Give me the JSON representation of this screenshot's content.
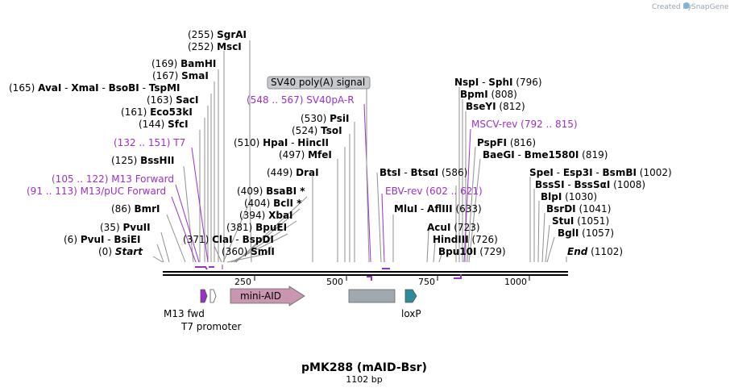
{
  "watermark": "Created by",
  "watermark_brand": "SnapGene",
  "title": "pMK288 (mAID-Bsr)",
  "subtitle": "1102 bp",
  "colors": {
    "primer": "#9b30c8",
    "leader": "#8f8f8f",
    "mini_aid": "#c995b0",
    "polyA": "#a0a8b0",
    "loxp": "#2f8a9e",
    "m13": "#9b30c8"
  },
  "sites": {
    "sgrai": {
      "pos": "(255)",
      "name": "SgrAI"
    },
    "msci": {
      "pos": "(252)",
      "name": "MscI"
    },
    "bamhi": {
      "pos": "(169)",
      "name": "BamHI"
    },
    "smai": {
      "pos": "(167)",
      "name": "SmaI"
    },
    "avai": {
      "pos": "(165)",
      "name": "AvaI",
      "sep1": " - ",
      "name2": "XmaI",
      "sep2": " - ",
      "name3": "BsoBI",
      "sep3": " - ",
      "name4": "TspMI"
    },
    "saci": {
      "pos": "(163)",
      "name": "SacI"
    },
    "eco53ki": {
      "pos": "(161)",
      "name": "Eco53kI"
    },
    "sfci": {
      "pos": "(144)",
      "name": "SfcI"
    },
    "t7": {
      "pos": "(132 .. 151)",
      "name": "T7"
    },
    "bsshii": {
      "pos": "(125)",
      "name": "BssHII"
    },
    "m13fwd": {
      "pos": "(105 .. 122)",
      "name": "M13 Forward"
    },
    "m13puc": {
      "pos": "(91 .. 113)",
      "name": "M13/pUC Forward"
    },
    "bmri": {
      "pos": "(86)",
      "name": "BmrI"
    },
    "pvuii": {
      "pos": "(35)",
      "name": "PvuII"
    },
    "pvui": {
      "pos": "(6)",
      "name": "PvuI",
      "sep1": " - ",
      "name2": "BsiEI"
    },
    "start": {
      "pos": "(0)",
      "name": "Start"
    },
    "clai": {
      "pos": "(371)",
      "name": "ClaI",
      "sep1": " - ",
      "name2": "BspDI"
    },
    "smli": {
      "pos": "(360)",
      "name": "SmlI"
    },
    "bpuei": {
      "pos": "(381)",
      "name": "BpuEI"
    },
    "xbai": {
      "pos": "(394)",
      "name": "XbaI"
    },
    "bcli": {
      "pos": "(404)",
      "name": "BclI *"
    },
    "bsabi": {
      "pos": "(409)",
      "name": "BsaBI *"
    },
    "drai": {
      "pos": "(449)",
      "name": "DraI"
    },
    "mfei": {
      "pos": "(497)",
      "name": "MfeI"
    },
    "hpai": {
      "pos": "(510)",
      "name": "HpaI",
      "sep1": " - ",
      "name2": "HincII"
    },
    "tsoi": {
      "pos": "(524)",
      "name": "TsoI"
    },
    "psii": {
      "pos": "(530)",
      "name": "PsiI"
    },
    "sv40pa_r": {
      "pos": "(548 .. 567)",
      "name": "SV40pA-R"
    },
    "btsi": {
      "name": "BtsI",
      "sep1": " - ",
      "name2": "BtsαI",
      "pos": "(586)"
    },
    "ebv_rev": {
      "name": "EBV-rev",
      "pos": "(602 .. 621)"
    },
    "mlui": {
      "name": "MluI",
      "sep1": " - ",
      "name2": "AflIII",
      "pos": "(633)"
    },
    "acui": {
      "name": "AcuI",
      "pos": "(723)"
    },
    "hindiii": {
      "name": "HindIII",
      "pos": "(726)"
    },
    "bpu10i": {
      "name": "Bpu10I",
      "pos": "(729)"
    },
    "nspi": {
      "name": "NspI",
      "sep1": " - ",
      "name2": "SphI",
      "pos": "(796)"
    },
    "bpmi": {
      "name": "BpmI",
      "pos": "(808)"
    },
    "bseyi": {
      "name": "BseYI",
      "pos": "(812)"
    },
    "mscv_rev": {
      "name": "MSCV-rev",
      "pos": "(792 .. 815)"
    },
    "pspfi": {
      "name": "PspFI",
      "pos": "(816)"
    },
    "baegi": {
      "name": "BaeGI",
      "sep1": " - ",
      "name2": "Bme1580I",
      "pos": "(819)"
    },
    "spei": {
      "name": "SpeI",
      "sep1": " - ",
      "name2": "Esp3I",
      "sep2": " - ",
      "name3": "BsmBI",
      "pos": "(1002)"
    },
    "bsssi": {
      "name": "BssSI",
      "sep1": " - ",
      "name2": "BssSαI",
      "pos": "(1008)"
    },
    "blpi": {
      "name": "BlpI",
      "pos": "(1030)"
    },
    "bsrdi": {
      "name": "BsrDI",
      "pos": "(1041)"
    },
    "stui": {
      "name": "StuI",
      "pos": "(1051)"
    },
    "bgli": {
      "name": "BglI",
      "pos": "(1057)"
    },
    "end": {
      "name": "End",
      "pos": "(1102)"
    }
  },
  "features": {
    "sv40_polya": "SV40 poly(A) signal",
    "mini_aid": "mini-AID",
    "m13_fwd": "M13 fwd",
    "t7_promoter": "T7 promoter",
    "loxp": "loxP"
  },
  "ruler": {
    "t250": "250",
    "t500": "500",
    "t750": "750",
    "t1000": "1000"
  }
}
